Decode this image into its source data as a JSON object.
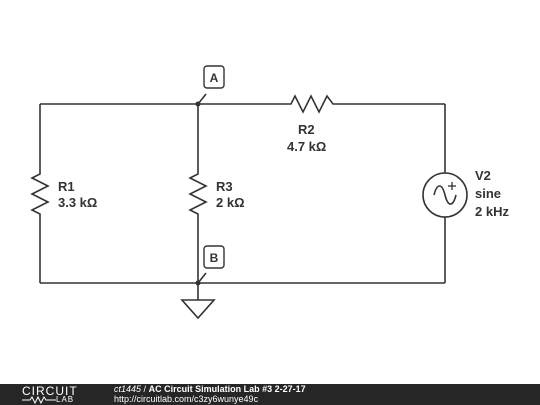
{
  "diagram": {
    "r1": {
      "name": "R1",
      "value": "3.3 kΩ"
    },
    "r2": {
      "name": "R2",
      "value": "4.7 kΩ"
    },
    "r3": {
      "name": "R3",
      "value": "2 kΩ"
    },
    "v2": {
      "name": "V2",
      "type": "sine",
      "freq": "2 kHz"
    },
    "node_a": "A",
    "node_b": "B"
  },
  "footer": {
    "logo_top": "CIRCUIT",
    "logo_bottom": "LAB",
    "user": "ct1445",
    "separator": "/",
    "title": "AC Circuit Simulation Lab #3 2-27-17",
    "url": "http://circuitlab.com/c3zy6wunye49c"
  }
}
